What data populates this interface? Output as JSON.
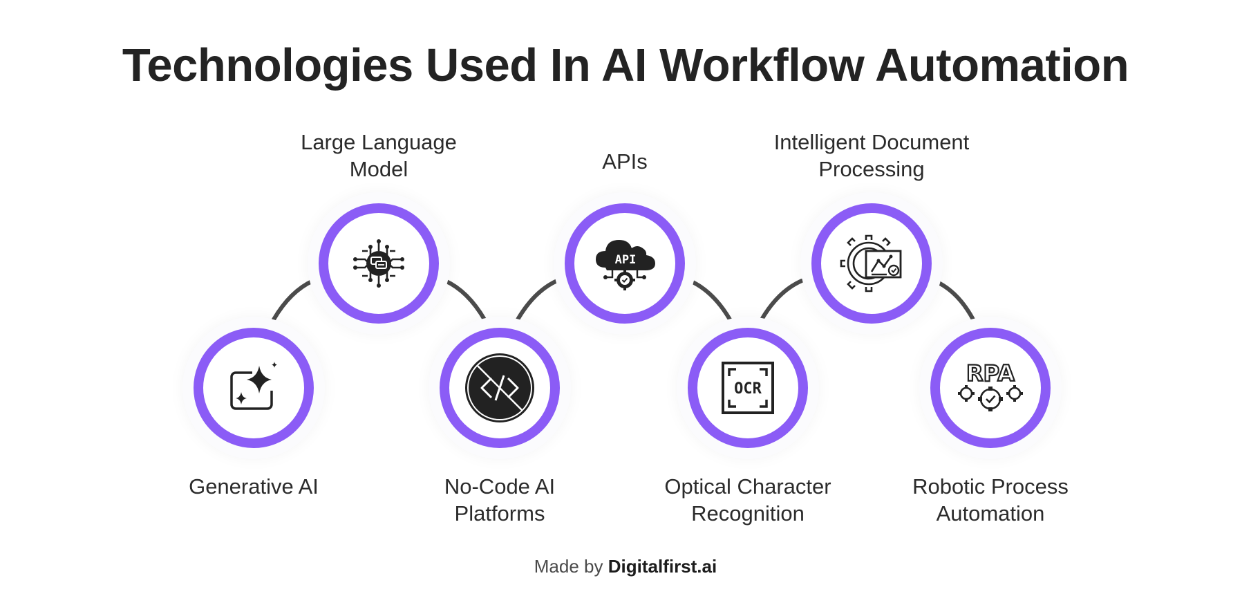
{
  "title": "Technologies Used In AI Workflow Automation",
  "nodes": [
    {
      "label_lines": [
        "Generative AI"
      ],
      "icon": "sparkle-frame-icon"
    },
    {
      "label_lines": [
        "Large Language",
        "Model"
      ],
      "icon": "chip-chat-icon"
    },
    {
      "label_lines": [
        "No-Code AI",
        "Platforms"
      ],
      "icon": "no-code-icon"
    },
    {
      "label_lines": [
        "APIs"
      ],
      "icon": "api-cloud-icon"
    },
    {
      "label_lines": [
        "Optical Character",
        "Recognition"
      ],
      "icon": "ocr-scan-icon",
      "icon_text": "OCR"
    },
    {
      "label_lines": [
        "Intelligent Document",
        "Processing"
      ],
      "icon": "gear-document-icon"
    },
    {
      "label_lines": [
        "Robotic Process",
        "Automation"
      ],
      "icon": "rpa-gears-icon",
      "icon_text": "RPA"
    }
  ],
  "footer": {
    "prefix": "Made by",
    "brand": "Digitalfirst.ai"
  },
  "colors": {
    "ring": "#8b5cf6",
    "connector": "#4b4b4b",
    "text": "#232323"
  }
}
